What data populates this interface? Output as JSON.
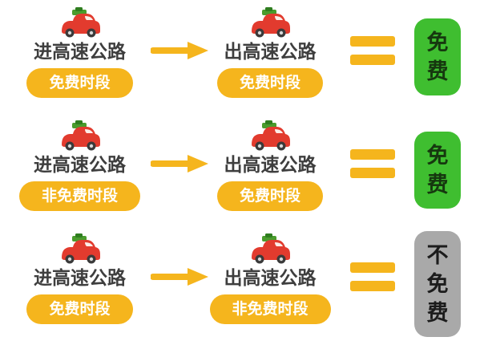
{
  "colors": {
    "yellow": "#F5B51D",
    "green": "#3FBE30",
    "gray": "#A9A9A9",
    "label_text": "#3E3E3E",
    "pill_text": "#FFFFFF",
    "free_text": "#16380F",
    "not_free_text": "#1C1C1C",
    "background": "#FFFFFF",
    "car_body": "#E23B2E",
    "car_cargo": "#4A9C2D"
  },
  "icons": {
    "vehicle": "red-car-with-luggage-icon",
    "flow": "arrow-right-icon",
    "relation": "equals-icon"
  },
  "rows": [
    {
      "enter": {
        "label": "进高速公路",
        "period": "免费时段"
      },
      "exit": {
        "label": "出高速公路",
        "period": "免费时段"
      },
      "result": {
        "label": "免费",
        "status": "free"
      }
    },
    {
      "enter": {
        "label": "进高速公路",
        "period": "非免费时段"
      },
      "exit": {
        "label": "出高速公路",
        "period": "免费时段"
      },
      "result": {
        "label": "免费",
        "status": "free"
      }
    },
    {
      "enter": {
        "label": "进高速公路",
        "period": "免费时段"
      },
      "exit": {
        "label": "出高速公路",
        "period": "非免费时段"
      },
      "result": {
        "label": "不免费",
        "status": "not-free"
      }
    }
  ]
}
